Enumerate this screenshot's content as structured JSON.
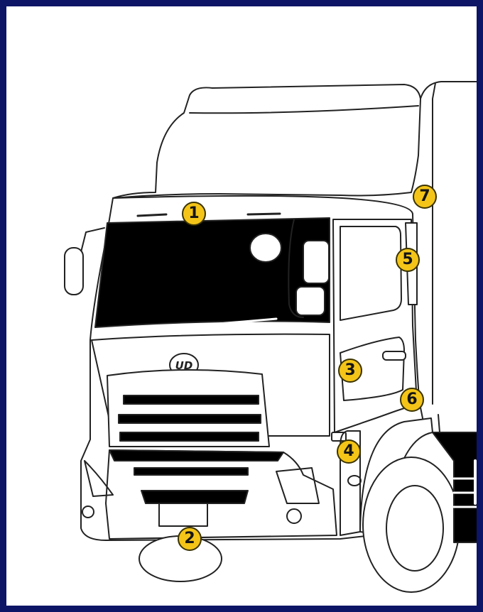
{
  "colors": {
    "frame": "#0d1566",
    "callout_fill": "#f4c518",
    "callout_border": "#3a3300",
    "outline": "#222222",
    "glass": "#000000"
  },
  "logo": {
    "text": "UD",
    "icon": "ud-trucks-logo-icon"
  },
  "callouts": [
    {
      "id": "1",
      "label": "1"
    },
    {
      "id": "2",
      "label": "2"
    },
    {
      "id": "3",
      "label": "3"
    },
    {
      "id": "4",
      "label": "4"
    },
    {
      "id": "5",
      "label": "5"
    },
    {
      "id": "6",
      "label": "6"
    },
    {
      "id": "7",
      "label": "7"
    }
  ]
}
